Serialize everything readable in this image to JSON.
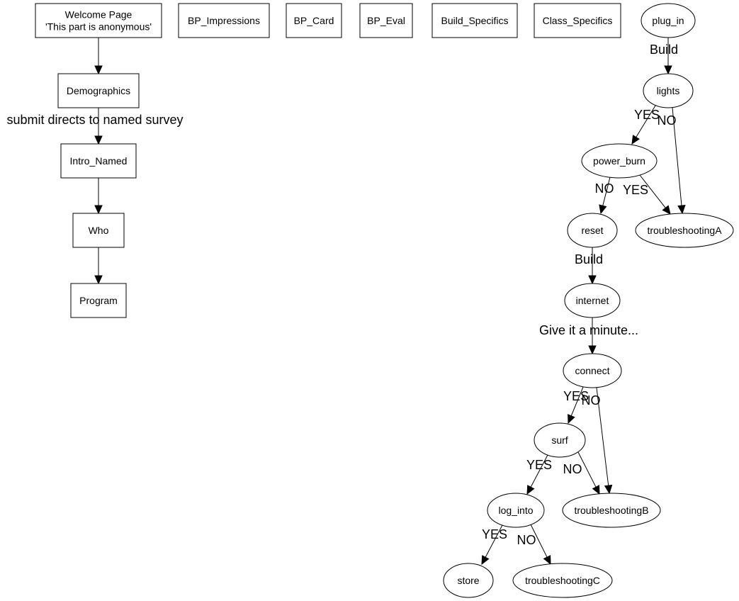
{
  "nodes": {
    "welcome": {
      "shape": "box",
      "lines": [
        "Welcome Page",
        "'This part is anonymous'"
      ]
    },
    "bp_impressions": {
      "shape": "box",
      "lines": [
        "BP_Impressions"
      ]
    },
    "bp_card": {
      "shape": "box",
      "lines": [
        "BP_Card"
      ]
    },
    "bp_eval": {
      "shape": "box",
      "lines": [
        "BP_Eval"
      ]
    },
    "build_specifics": {
      "shape": "box",
      "lines": [
        "Build_Specifics"
      ]
    },
    "class_specifics": {
      "shape": "box",
      "lines": [
        "Class_Specifics"
      ]
    },
    "plug_in": {
      "shape": "ellipse",
      "lines": [
        "plug_in"
      ]
    },
    "demographics": {
      "shape": "box",
      "lines": [
        "Demographics"
      ]
    },
    "intro_named": {
      "shape": "box",
      "lines": [
        "Intro_Named"
      ]
    },
    "who": {
      "shape": "box",
      "lines": [
        "Who"
      ]
    },
    "program": {
      "shape": "box",
      "lines": [
        "Program"
      ]
    },
    "lights": {
      "shape": "ellipse",
      "lines": [
        "lights"
      ]
    },
    "power_burn": {
      "shape": "ellipse",
      "lines": [
        "power_burn"
      ]
    },
    "troubleshootingA": {
      "shape": "ellipse",
      "lines": [
        "troubleshootingA"
      ]
    },
    "reset": {
      "shape": "ellipse",
      "lines": [
        "reset"
      ]
    },
    "internet": {
      "shape": "ellipse",
      "lines": [
        "internet"
      ]
    },
    "connect": {
      "shape": "ellipse",
      "lines": [
        "connect"
      ]
    },
    "surf": {
      "shape": "ellipse",
      "lines": [
        "surf"
      ]
    },
    "troubleshootingB": {
      "shape": "ellipse",
      "lines": [
        "troubleshootingB"
      ]
    },
    "log_into": {
      "shape": "ellipse",
      "lines": [
        "log_into"
      ]
    },
    "store": {
      "shape": "ellipse",
      "lines": [
        "store"
      ]
    },
    "troubleshootingC": {
      "shape": "ellipse",
      "lines": [
        "troubleshootingC"
      ]
    }
  },
  "edges": [
    {
      "from": "welcome",
      "to": "demographics",
      "label": ""
    },
    {
      "from": "demographics",
      "to": "intro_named",
      "label": "submit directs to named survey"
    },
    {
      "from": "intro_named",
      "to": "who",
      "label": ""
    },
    {
      "from": "who",
      "to": "program",
      "label": ""
    },
    {
      "from": "plug_in",
      "to": "lights",
      "label": "Build"
    },
    {
      "from": "lights",
      "to": "power_burn",
      "label": "YES"
    },
    {
      "from": "lights",
      "to": "troubleshootingA",
      "label": "NO"
    },
    {
      "from": "power_burn",
      "to": "reset",
      "label": "NO"
    },
    {
      "from": "power_burn",
      "to": "troubleshootingA",
      "label": "YES"
    },
    {
      "from": "reset",
      "to": "internet",
      "label": "Build"
    },
    {
      "from": "internet",
      "to": "connect",
      "label": "Give it a minute..."
    },
    {
      "from": "connect",
      "to": "surf",
      "label": "YES"
    },
    {
      "from": "connect",
      "to": "troubleshootingB",
      "label": "NO"
    },
    {
      "from": "surf",
      "to": "log_into",
      "label": "YES"
    },
    {
      "from": "surf",
      "to": "troubleshootingB",
      "label": "NO"
    },
    {
      "from": "log_into",
      "to": "store",
      "label": "YES"
    },
    {
      "from": "log_into",
      "to": "troubleshootingC",
      "label": "NO"
    }
  ]
}
